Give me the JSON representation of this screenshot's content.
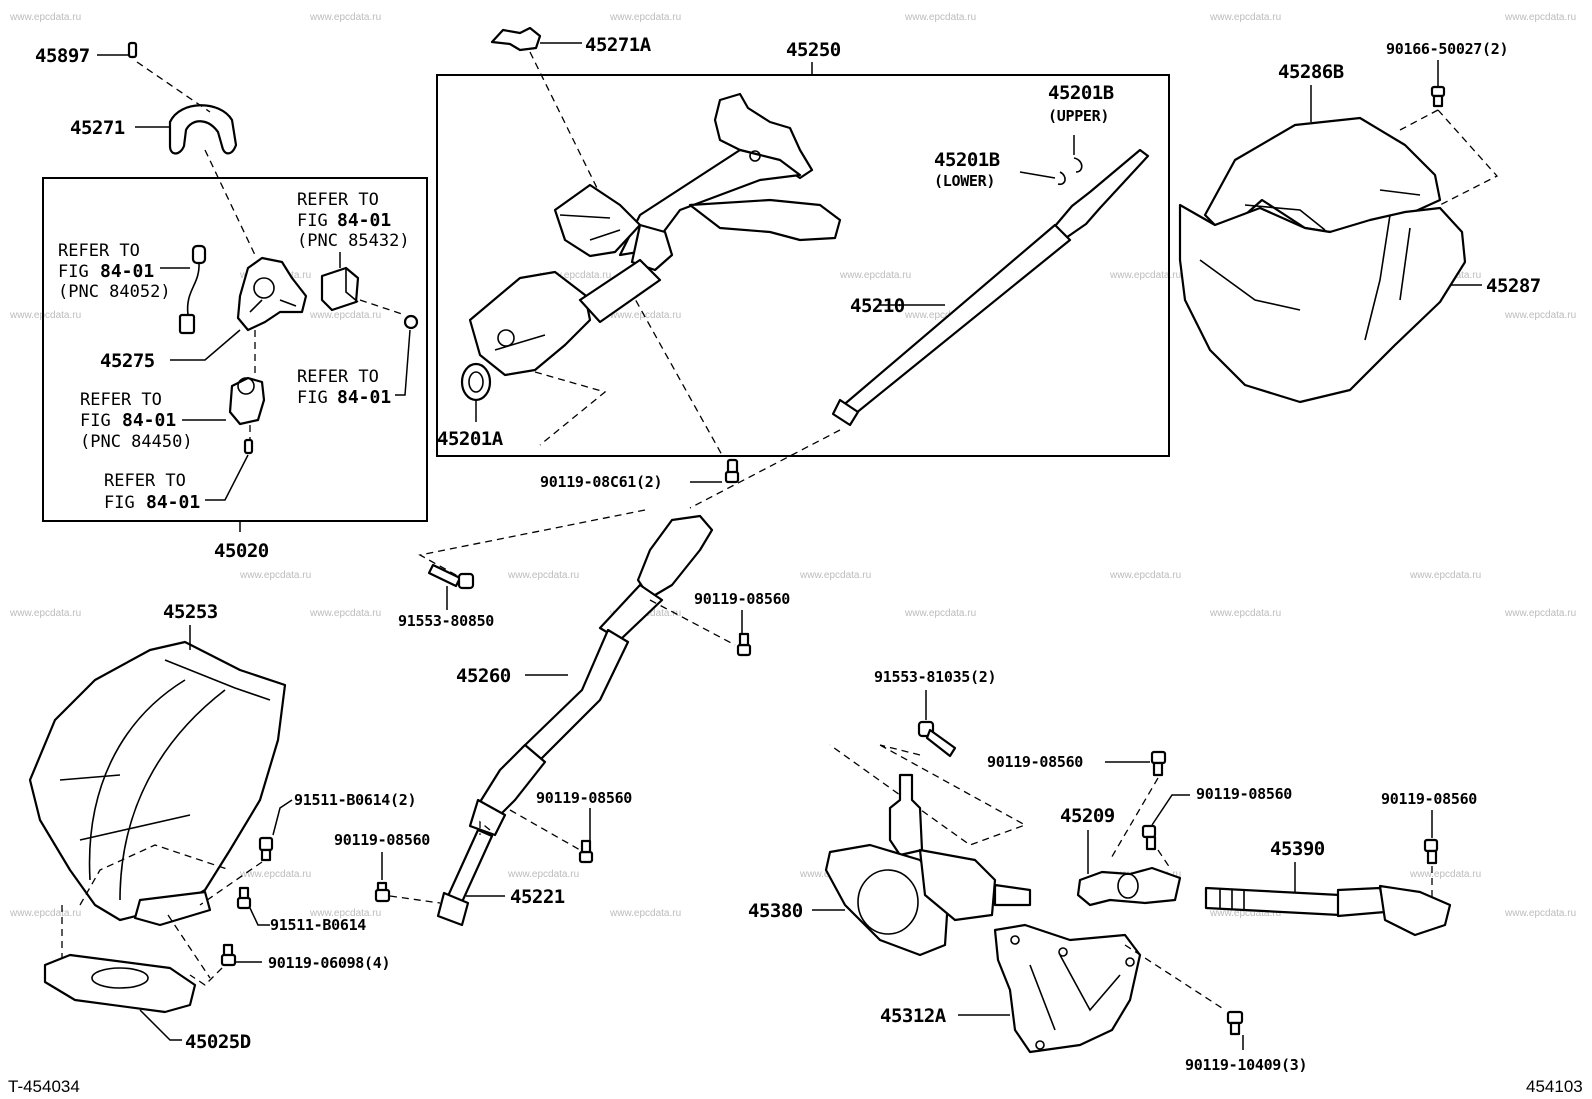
{
  "watermark": "www.epcdata.ru",
  "parts": {
    "p45897": "45897",
    "p45271": "45271",
    "p45271a": "45271A",
    "p45250": "45250",
    "p45201b_upper": "45201B",
    "p45201b_upper_note": "(UPPER)",
    "p45201b_lower": "45201B",
    "p45201b_lower_note": "(LOWER)",
    "p45210": "45210",
    "p45201a": "45201A",
    "p45286b": "45286B",
    "p45287": "45287",
    "p90166": "90166-50027(2)",
    "p45275": "45275",
    "p45020": "45020",
    "p90119_08c61": "90119-08C61(2)",
    "p91553_80850": "91553-80850",
    "p90119_08560_a": "90119-08560",
    "p45260": "45260",
    "p45253": "45253",
    "p91511_b0614_2": "91511-B0614(2)",
    "p91511_b0614": "91511-B0614",
    "p90119_06098": "90119-06098(4)",
    "p45025d": "45025D",
    "p90119_08560_b": "90119-08560",
    "p90119_08560_c": "90119-08560",
    "p45221": "45221",
    "p91553_81035": "91553-81035(2)",
    "p90119_08560_d": "90119-08560",
    "p45209": "45209",
    "p90119_08560_e": "90119-08560",
    "p90119_08560_f": "90119-08560",
    "p45390": "45390",
    "p45380": "45380",
    "p45312a": "45312A",
    "p90119_10409": "90119-10409(3)"
  },
  "refs": {
    "r1": {
      "l1": "REFER TO",
      "l2a": "FIG",
      "l2b": "84-01",
      "l3": "(PNC 84052)"
    },
    "r2": {
      "l1": "REFER TO",
      "l2a": "FIG",
      "l2b": "84-01",
      "l3": "(PNC 85432)"
    },
    "r3": {
      "l1": "REFER TO",
      "l2a": "FIG",
      "l2b": "84-01"
    },
    "r4": {
      "l1": "REFER TO",
      "l2a": "FIG",
      "l2b": "84-01",
      "l3": "(PNC 84450)"
    },
    "r5": {
      "l1": "REFER TO",
      "l2a": "FIG",
      "l2b": "84-01"
    }
  },
  "footer": {
    "left": "T-454034",
    "right": "454103"
  }
}
